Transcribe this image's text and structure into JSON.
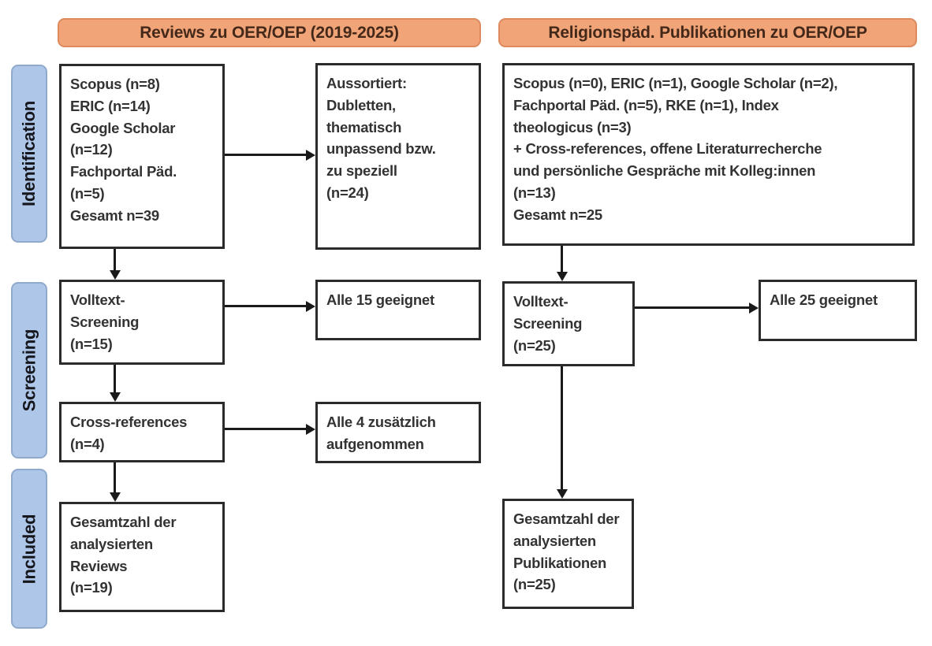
{
  "diagram": {
    "headers": {
      "left": "Reviews zu OER/OEP (2019-2025)",
      "right": "Religionspäd. Publikationen zu OER/OEP"
    },
    "stages": {
      "identification": "Identification",
      "screening": "Screening",
      "included": "Included"
    },
    "left_column": {
      "sources": "Scopus (n=8)\nERIC (n=14)\nGoogle Scholar\n(n=12)\nFachportal Päd.\n(n=5)\nGesamt n=39",
      "excluded": "Aussortiert:\nDubletten,\nthematisch\nunpassend bzw.\nzu speziell\n(n=24)",
      "fulltext": "Volltext-\nScreening\n(n=15)",
      "fulltext_result": "Alle 15 geeignet",
      "crossref": "Cross-references\n(n=4)",
      "crossref_result": "Alle 4 zusätzlich\naufgenommen",
      "included_total": "Gesamtzahl der\nanalysierten\nReviews\n(n=19)"
    },
    "right_column": {
      "sources": "Scopus (n=0), ERIC (n=1), Google Scholar (n=2),\nFachportal Päd. (n=5), RKE (n=1), Index\ntheologicus (n=3)\n+ Cross-references, offene Literaturrecherche\nund persönliche Gespräche mit Kolleg:innen\n(n=13)\nGesamt n=25",
      "fulltext": "Volltext-\nScreening\n(n=25)",
      "fulltext_result": "Alle 25 geeignet",
      "included_total": "Gesamtzahl der\nanalysierten\nPublikationen\n(n=25)"
    },
    "colors": {
      "header_fill": "#F1A478",
      "header_border": "#DE8A5E",
      "stage_fill": "#AEC6E8",
      "stage_border": "#8FAACC",
      "box_border": "#2B2B2B",
      "arrow": "#1A1A1A",
      "background": "#FFFFFF"
    }
  }
}
